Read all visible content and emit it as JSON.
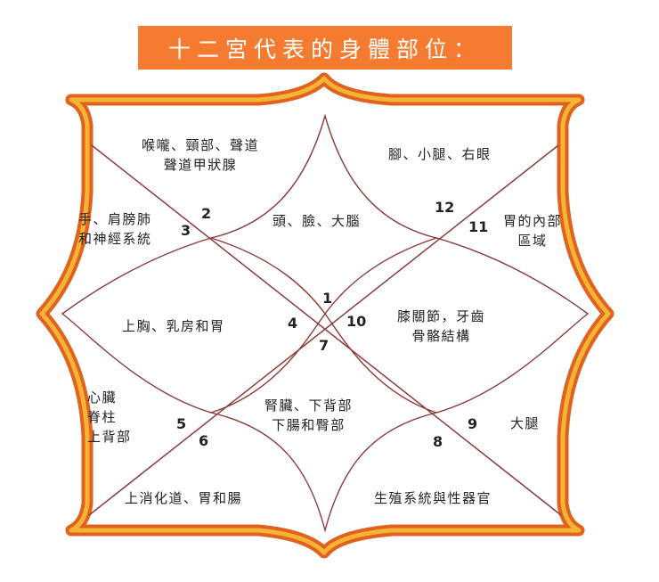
{
  "title": "十二宮代表的身體部位：",
  "colors": {
    "banner": "#f47b2f",
    "frame_outer": "#e0621e",
    "frame_inner": "#f5b436",
    "lines": "#8a3a3a"
  },
  "houses": [
    {
      "number": "1",
      "body_parts": "頭、臉、大腦"
    },
    {
      "number": "2",
      "body_parts": "喉嚨、頸部、聲道\n聲道甲狀腺"
    },
    {
      "number": "3",
      "body_parts": "手、肩膀肺\n和神經系統"
    },
    {
      "number": "4",
      "body_parts": "上胸、乳房和胃"
    },
    {
      "number": "5",
      "body_parts": "心臟\n脊柱\n上背部"
    },
    {
      "number": "6",
      "body_parts": "上消化道、胃和腸"
    },
    {
      "number": "7",
      "body_parts": "腎臟、下背部\n下腸和臀部"
    },
    {
      "number": "8",
      "body_parts": "生殖系統與性器官"
    },
    {
      "number": "9",
      "body_parts": "大腿"
    },
    {
      "number": "10",
      "body_parts": "膝關節，牙齒\n骨骼結構"
    },
    {
      "number": "11",
      "body_parts": "胃的內部\n區域"
    },
    {
      "number": "12",
      "body_parts": "腳、小腿、右眼"
    }
  ]
}
